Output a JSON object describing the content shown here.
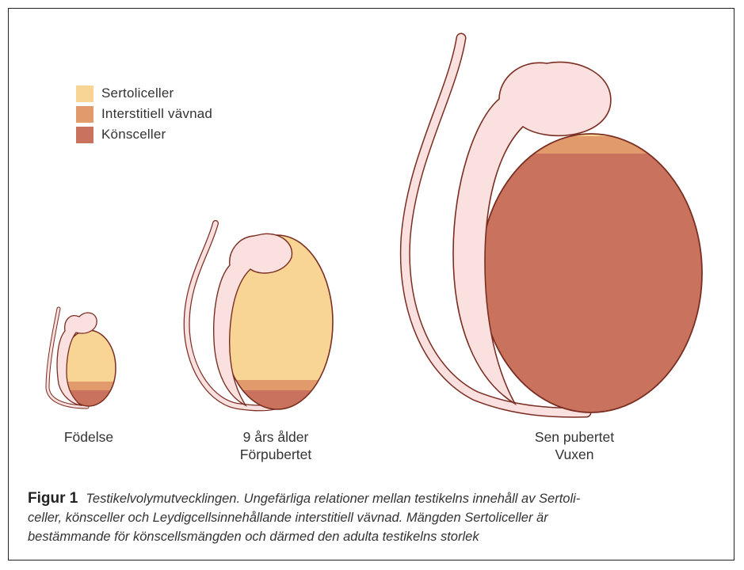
{
  "legend": [
    {
      "label": "Sertoliceller",
      "color": "#f8d594"
    },
    {
      "label": "Interstitiell vävnad",
      "color": "#e09a6b"
    },
    {
      "label": "Könsceller",
      "color": "#c9735e"
    }
  ],
  "stages": [
    {
      "line1": "Födelse",
      "line2": ""
    },
    {
      "line1": "9 års ålder",
      "line2": "Förpubertet"
    },
    {
      "line1": "Sen pubertet",
      "line2": "Vuxen"
    }
  ],
  "caption": {
    "title": "Figur 1",
    "line1": "Testikelvolymutvecklingen. Ungefärliga relationer mellan testikelns innehåll av Sertoli-",
    "line2": "celler, könsceller och Leydigcellsinnehållande interstitiell vävnad. Mängden Sertoliceller är",
    "line3": "bestämmande för könscellsmängden och därmed den adulta testikelns storlek"
  },
  "colors": {
    "epididymis": "#fbe0e0",
    "outline": "#7a2e22"
  }
}
